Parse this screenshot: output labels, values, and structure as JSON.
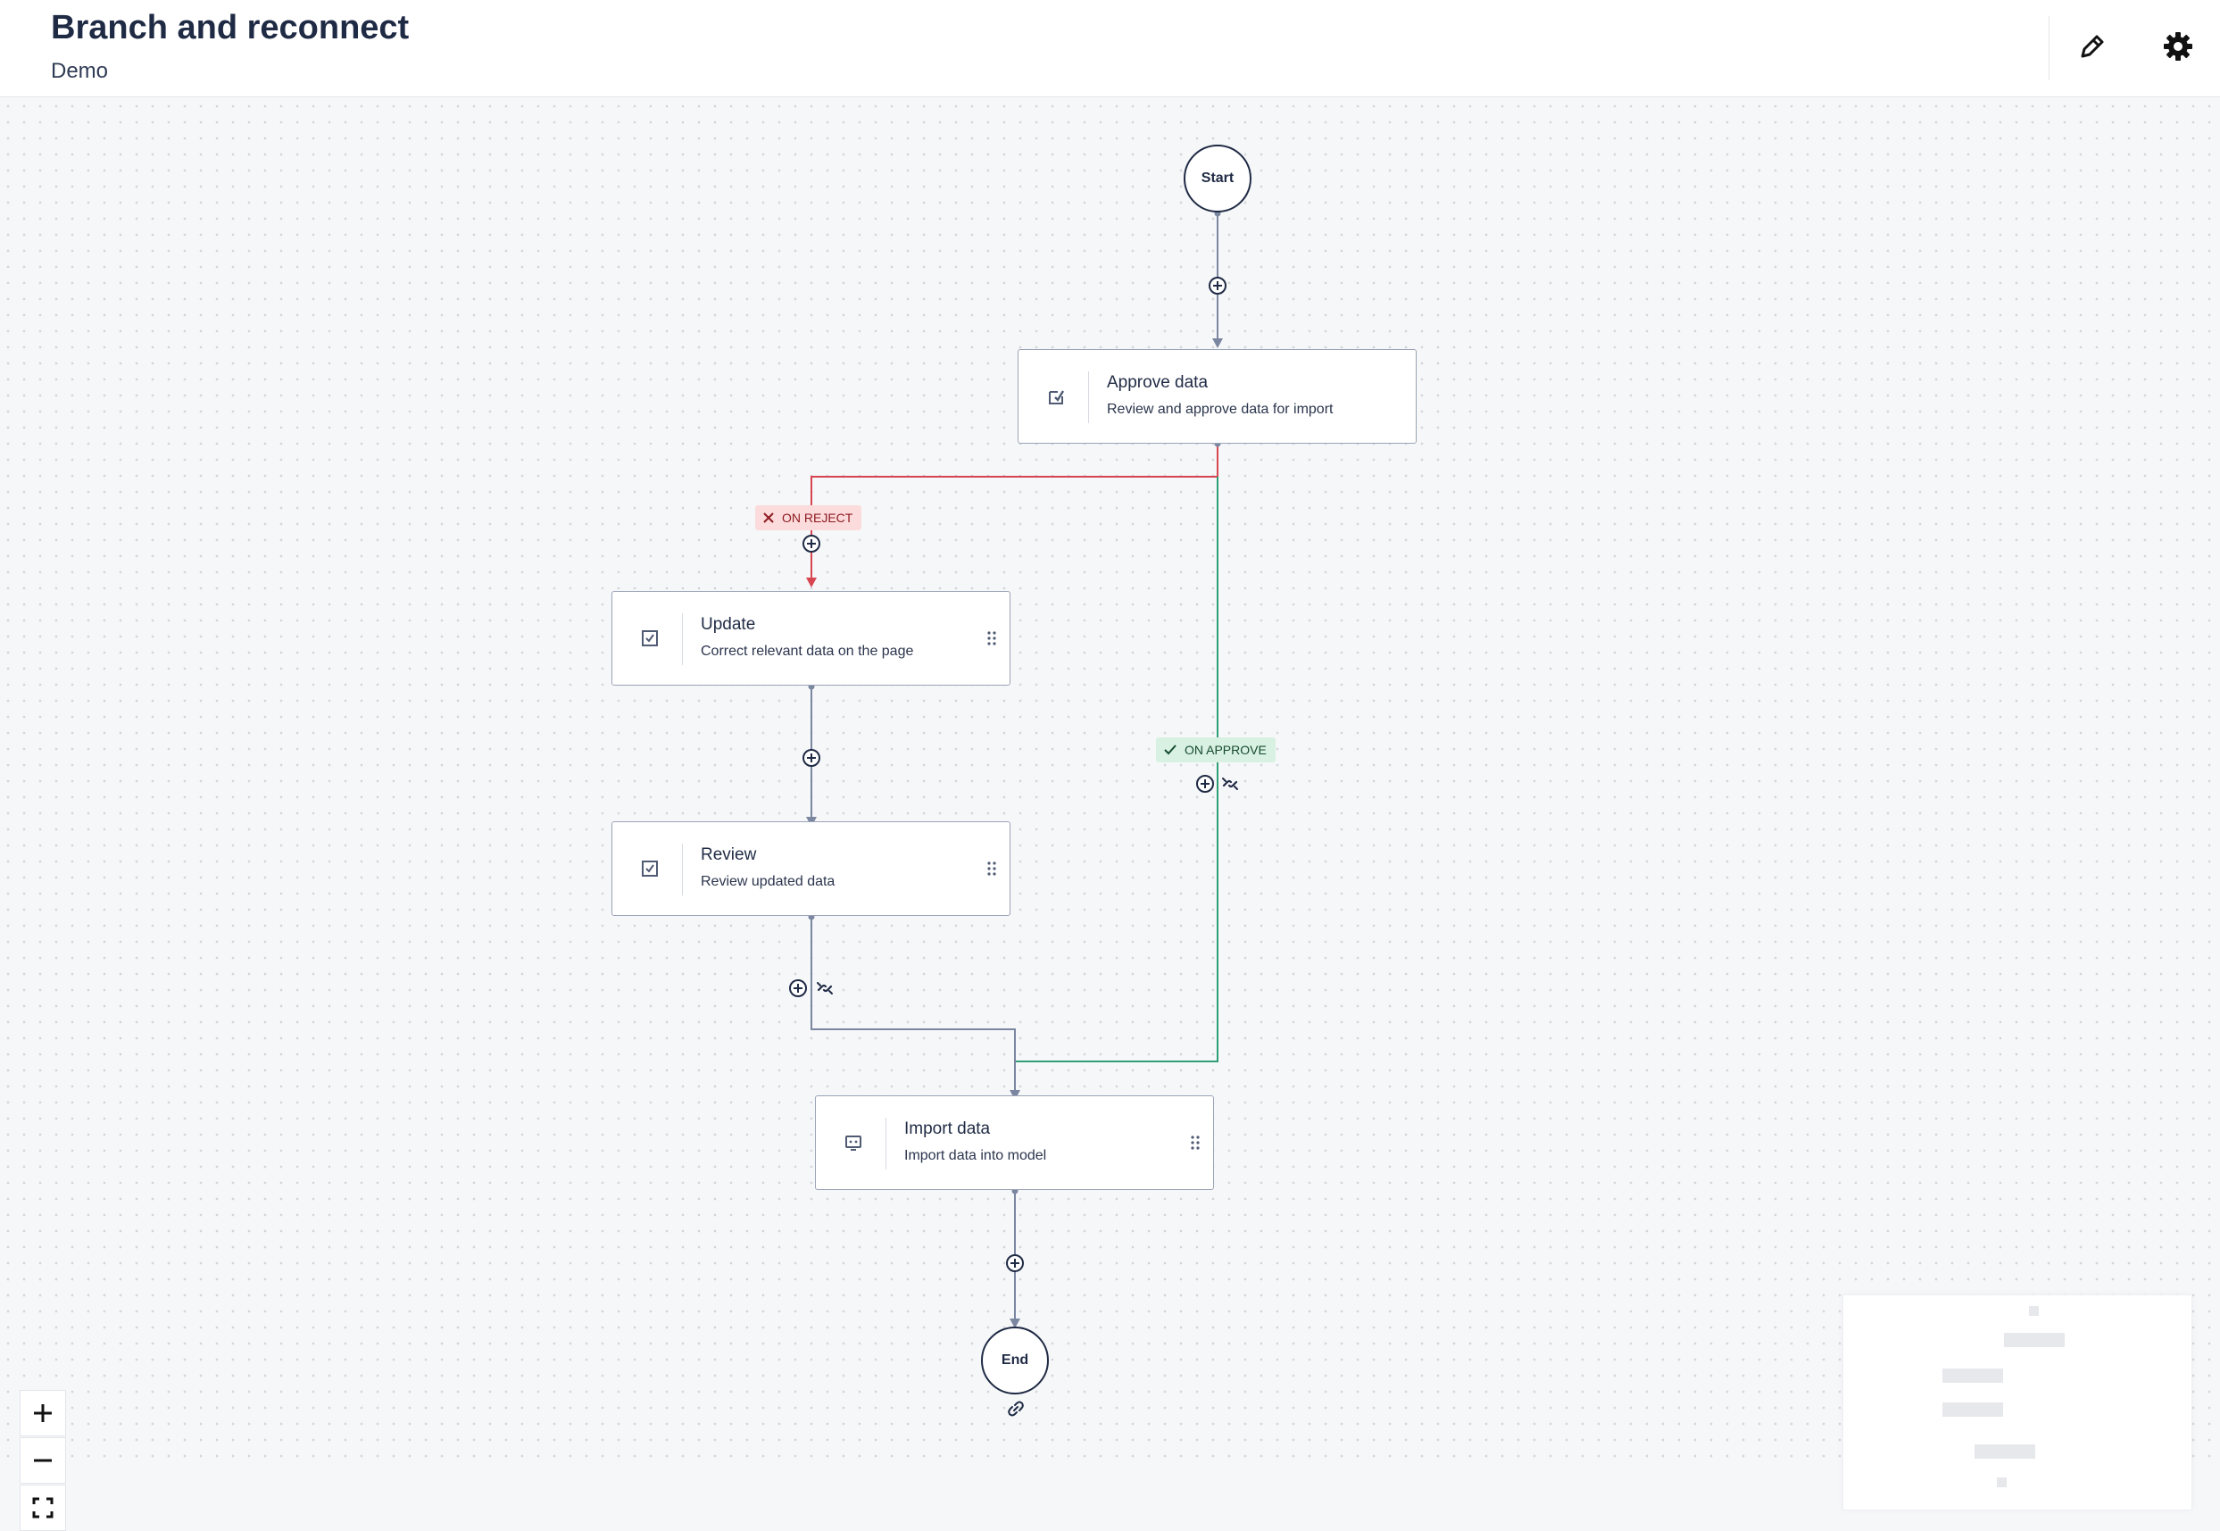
{
  "header": {
    "title": "Branch and reconnect",
    "subtitle": "Demo",
    "edit_icon": "pencil-icon",
    "settings_icon": "gear-icon"
  },
  "workflow": {
    "start_label": "Start",
    "end_label": "End",
    "nodes": [
      {
        "title": "Approve data",
        "description": "Review and approve data for import",
        "icon": "approval-icon"
      },
      {
        "title": "Update",
        "description": "Correct relevant data on the page",
        "icon": "checkbox-icon"
      },
      {
        "title": "Review",
        "description": "Review updated data",
        "icon": "checkbox-icon"
      },
      {
        "title": "Import data",
        "description": "Import data into model",
        "icon": "import-icon"
      }
    ],
    "branches": {
      "reject_label": "ON REJECT",
      "approve_label": "ON APPROVE"
    }
  },
  "colors": {
    "edge_default": "#7b86a0",
    "edge_reject": "#d64550",
    "edge_approve": "#2f9e74",
    "text_primary": "#1f2a44"
  }
}
